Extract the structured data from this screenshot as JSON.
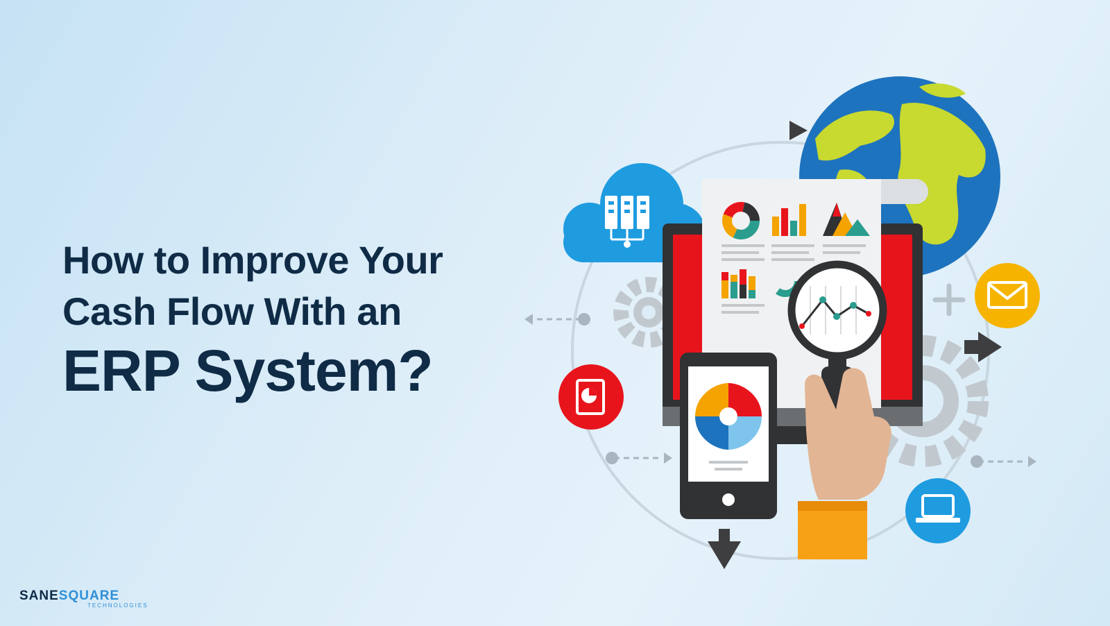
{
  "headline": {
    "line1": "How to Improve Your",
    "line2": "Cash Flow With an",
    "line3": "ERP System?"
  },
  "brand": {
    "name_part1": "SANE",
    "name_part2": "SQUARE",
    "tagline": "TECHNOLOGIES"
  },
  "colors": {
    "headline": "#0f2b46",
    "brand_accent": "#2f8fd6",
    "monitor_red": "#e8141c",
    "globe_ocean": "#1e73be",
    "globe_land": "#c8d92f",
    "cloud_blue": "#1f9be0",
    "mail_yellow": "#f6b400",
    "sleeve_orange": "#f7a116"
  },
  "icons": [
    "cloud-server-icon",
    "globe-icon",
    "monitor-icon",
    "report-document-icon",
    "magnifier-icon",
    "hand-icon",
    "smartphone-icon",
    "puzzle-gear-icon",
    "mail-icon",
    "laptop-icon",
    "pie-report-icon",
    "gear-icon",
    "arrow-icon"
  ]
}
